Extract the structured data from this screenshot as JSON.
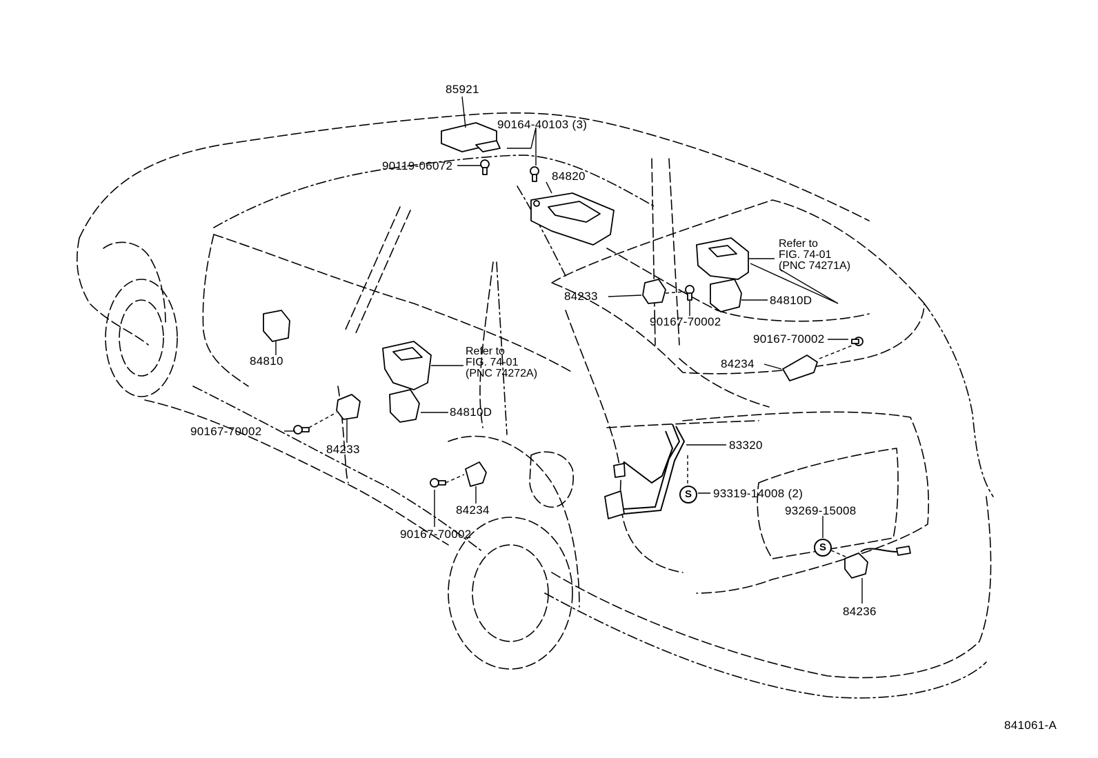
{
  "diagram": {
    "subject": "car-outline-rear-view",
    "callouts": [
      {
        "id": "c85921",
        "text": "85921"
      },
      {
        "id": "c90164",
        "text": "90164-40103 (3)"
      },
      {
        "id": "c90119",
        "text": "90119-06072"
      },
      {
        "id": "c84820",
        "text": "84820"
      },
      {
        "id": "c84233a",
        "text": "84233"
      },
      {
        "id": "c90167a",
        "text": "90167-70002"
      },
      {
        "id": "c84810Da",
        "text": "84810D"
      },
      {
        "id": "c90167b",
        "text": "90167-70002"
      },
      {
        "id": "c84234a",
        "text": "84234"
      },
      {
        "id": "c84810",
        "text": "84810"
      },
      {
        "id": "c84810Db",
        "text": "84810D"
      },
      {
        "id": "c90167c",
        "text": "90167-70002"
      },
      {
        "id": "c84233b",
        "text": "84233"
      },
      {
        "id": "c84234b",
        "text": "84234"
      },
      {
        "id": "c90167d",
        "text": "90167-70002"
      },
      {
        "id": "c83320",
        "text": "83320"
      },
      {
        "id": "c93319",
        "text": "93319-14008 (2)"
      },
      {
        "id": "c93269",
        "text": "93269-15008"
      },
      {
        "id": "c84236",
        "text": "84236"
      }
    ],
    "references": [
      {
        "line1": "Refer  to",
        "line2": "FIG.  74-01",
        "line3": "(PNC 74271A)"
      },
      {
        "line1": "Refer  to",
        "line2": "FIG.  74-01",
        "line3": "(PNC 74272A)"
      }
    ],
    "s_marks": [
      "S",
      "S"
    ],
    "figure_id": "841061-A"
  }
}
